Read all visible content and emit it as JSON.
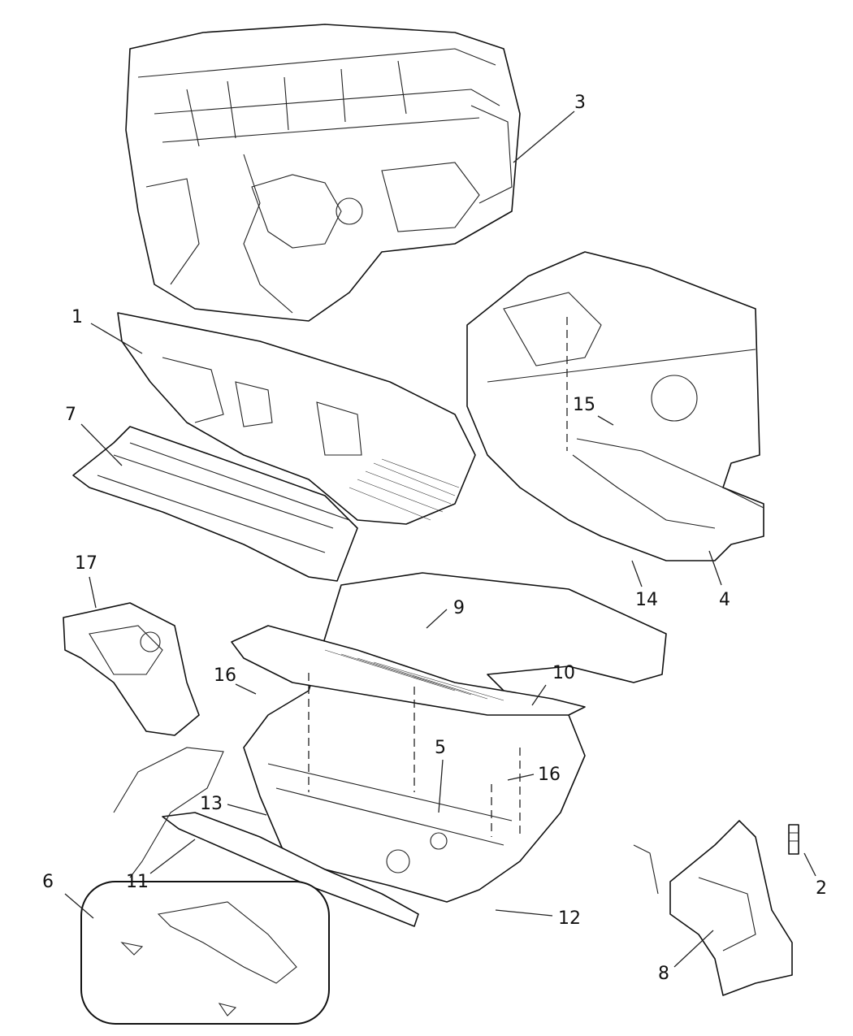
{
  "callouts": [
    "1",
    "2",
    "3",
    "4",
    "5",
    "6",
    "7",
    "8",
    "9",
    "10",
    "11",
    "12",
    "13",
    "14",
    "15",
    "16",
    "16",
    "17"
  ]
}
